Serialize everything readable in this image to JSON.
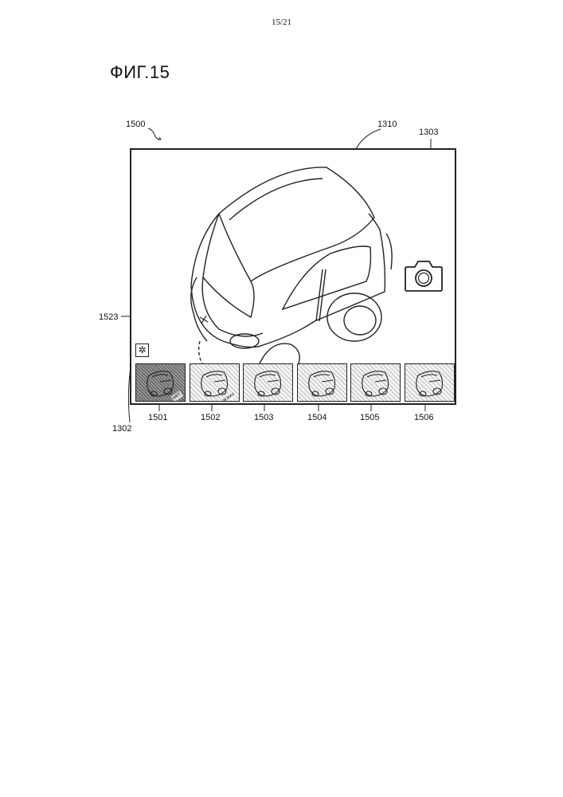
{
  "page_number": "15/21",
  "figure_title": "ФИГ.15",
  "refs": {
    "device": "1500",
    "screen": "1310",
    "camera_button": "1303",
    "selection_line": "1523",
    "effect_button": "1302"
  },
  "thumbnails": [
    {
      "ref": "1501",
      "label": "нет",
      "selected": true
    },
    {
      "ref": "1502",
      "label": "эскиз",
      "selected": false
    },
    {
      "ref": "1503",
      "label": "",
      "selected": false
    },
    {
      "ref": "1504",
      "label": "",
      "selected": false
    },
    {
      "ref": "1505",
      "label": "",
      "selected": false
    },
    {
      "ref": "1506",
      "label": "",
      "selected": false
    }
  ],
  "icons": {
    "camera": "camera-icon",
    "effect": "magic-wand-icon"
  }
}
